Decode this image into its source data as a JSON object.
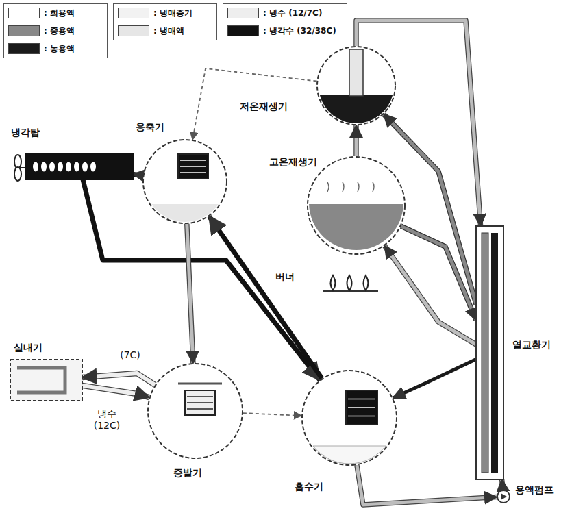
{
  "diagram": {
    "nodes": [
      {
        "text": [
          "저온재생기"
        ]
      },
      {
        "text": [
          "고온재생기"
        ]
      },
      {
        "text": [
          "응축기"
        ]
      },
      {
        "text": [
          "냉각탑"
        ]
      },
      {
        "text": [
          "실내기"
        ]
      },
      {
        "text": [
          "증발기"
        ]
      },
      {
        "text": [
          "흡수기"
        ]
      },
      {
        "text": [
          "열교환기"
        ]
      },
      {
        "text": [
          "용액펌프"
        ]
      },
      {
        "text": [
          "버너"
        ]
      }
    ],
    "edges": [
      {
        "from": 2,
        "to": 3,
        "arrow": "to"
      },
      {
        "from": 3,
        "to": 6,
        "arrow": "to"
      },
      {
        "from": 6,
        "to": 2,
        "arrow": "to"
      },
      {
        "from": 0,
        "to": 2,
        "arrow": "to"
      },
      {
        "from": 1,
        "to": 0,
        "arrow": "to"
      },
      {
        "from": 2,
        "to": 5,
        "arrow": "to"
      },
      {
        "from": 5,
        "to": 4,
        "arrow": "to"
      },
      {
        "from": 4,
        "to": 5,
        "arrow": "to"
      },
      {
        "from": 6,
        "to": 8,
        "arrow": "to"
      },
      {
        "from": 8,
        "to": 7,
        "arrow": "to"
      },
      {
        "from": 7,
        "to": 1,
        "arrow": "to"
      },
      {
        "from": 1,
        "to": 7,
        "arrow": "to"
      },
      {
        "from": 7,
        "to": 0,
        "arrow": "to"
      },
      {
        "from": 0,
        "to": 7,
        "arrow": "to"
      },
      {
        "from": 7,
        "to": 6,
        "arrow": "to"
      },
      {
        "from": 5,
        "to": 6,
        "arrow": "to"
      }
    ],
    "labels": [
      "(7C)",
      "냉수 (12C)"
    ],
    "legend": [
      {
        "text": ": 희용액",
        "color": "#ffffff"
      },
      {
        "text": ": 중용액",
        "color": "#888888"
      },
      {
        "text": ": 농용액",
        "color": "#1a1a1a"
      },
      {
        "text": ": 냉매증기",
        "color": "#f2f2f2"
      },
      {
        "text": ": 냉매액",
        "color": "#e6e6e6"
      },
      {
        "text": ": 냉수 (12/7C)",
        "color": "#eeeeee"
      },
      {
        "text": ": 냉각수 (32/38C)",
        "color": "#111111"
      }
    ]
  }
}
